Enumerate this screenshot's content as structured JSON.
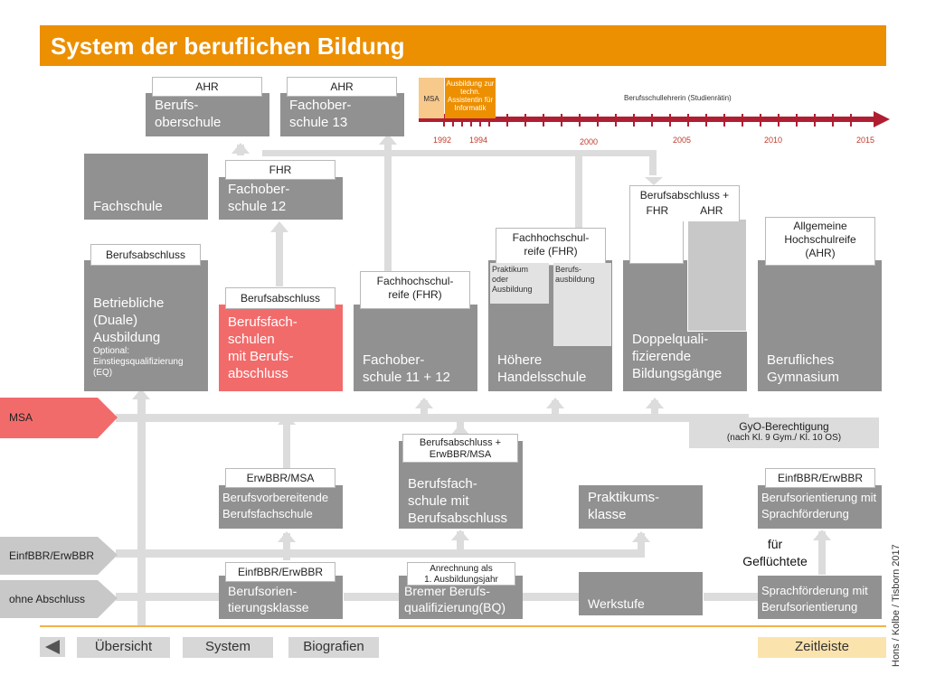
{
  "title": "System der beruflichen Bildung",
  "timeline": {
    "msa": "MSA",
    "ausbildung": "Ausbildung zur techn. Assistentin für Informatik",
    "lehrerin": "Berufsschullehrerin (Studienrätin)",
    "years": [
      "1992",
      "1994",
      "2000",
      "2005",
      "2010",
      "2015"
    ]
  },
  "boxes": {
    "berufsoberschule": "Berufs-\noberschule",
    "fachoberschule13": "Fachober-\nschule 13",
    "fachschule": "Fachschule",
    "fachoberschule12": "Fachober-\nschule 12",
    "duale": "Betriebliche\n(Duale)\nAusbildung",
    "duale_optional": "Optional:\nEinstiegsqualifizierung\n(EQ)",
    "berufsfachschulen": "Berufsfach-\nschulen\nmit Berufs-\nabschluss",
    "fachoberschule1112": "Fachober-\nschule 11 + 12",
    "handelsschule": "Höhere\nHandelsschule",
    "praktikum_oder": "Praktikum\noder\nAusbildung",
    "berufsausbildung": "Berufs-\nausbildung",
    "doppel": "Doppelquali-\nfizierende\nBildungsgänge",
    "gymnasium": "Berufliches\nGymnasium",
    "gyo": "GyO-Berechtigung",
    "gyo_sub": "(nach Kl. 9 Gym./  Kl. 10 OS)",
    "berufsvorbereitende": "Berufsvorbereitende\nBerufsfachschule",
    "berufsfachschule_mit": "Berufsfach-\nschule mit\nBerufsabschluss",
    "praktikumsklasse": "Praktikums-\nklasse",
    "berufsorientierung_sprach": "Berufsorientierung mit\nSprachförderung",
    "gefluechtete": "für\nGeflüchtete",
    "berufsorientierungsklasse": "Berufsorien-\ntierungsklasse",
    "bq": "Bremer Berufs-\nqualifizierung(BQ)",
    "werkstufe": "Werkstufe",
    "sprachfoerderung": "Sprachförderung mit\nBerufsorientierung"
  },
  "labels": {
    "ahr1": "AHR",
    "ahr2": "AHR",
    "fhr": "FHR",
    "berufsabschluss1": "Berufsabschluss",
    "berufsabschluss2": "Berufsabschluss",
    "fhr_reife1": "Fachhochschul-\nreife (FHR)",
    "fhr_reife2": "Fachhochschul-\nreife (FHR)",
    "doppel_top": "Berufsabschluss +",
    "doppel_fhr": "FHR",
    "doppel_ahr": "AHR",
    "ahr_allg": "Allgemeine\nHochschulreife\n(AHR)",
    "erwbbr_msa": "ErwBBR/MSA",
    "ba_erwbbr": "Berufsabschluss +\nErwBBR/MSA",
    "einf_erwbbr1": "EinfBBR/ErwBBR",
    "einf_erwbbr2": "EinfBBR/ErwBBR",
    "anrechnung": "Anrechnung als\n1. Ausbildungsjahr"
  },
  "entries": {
    "msa": "MSA",
    "einf": "EinfBBR/ErwBBR",
    "ohne": "ohne Abschluss"
  },
  "nav": {
    "uebersicht": "Übersicht",
    "system": "System",
    "biografien": "Biografien",
    "zeitleiste": "Zeitleiste"
  },
  "credit": "Hons / Kolbe / Tisborn 2017",
  "colors": {
    "title_bar": "#ec8f00",
    "dark_box": "#919191",
    "light_box": "#c8c8c8",
    "highlight": "#f26b6b",
    "timeline": "#b01e32",
    "msa_block": "#f7c98b",
    "ausbildung_block": "#ec8f00",
    "zeitleiste_btn": "#fbe3ad"
  }
}
